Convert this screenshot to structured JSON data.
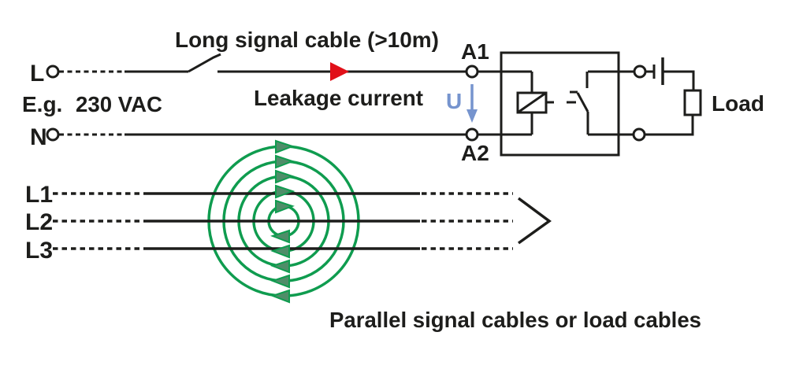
{
  "diagram": {
    "description": "Relay wiring diagram showing leakage current induced on a long signal cable by parallel cables",
    "supply": {
      "line_label": "L",
      "neutral_label": "N",
      "voltage_prefix": "E.g.",
      "voltage_value": "230 VAC"
    },
    "cable": {
      "label": "Long signal cable (>10m)",
      "leakage_label": "Leakage current"
    },
    "relay": {
      "terminal_top": "A1",
      "terminal_bottom": "A2",
      "voltage_symbol": "U"
    },
    "load": {
      "label": "Load"
    },
    "phases": {
      "l1": "L1",
      "l2": "L2",
      "l3": "L3"
    },
    "caption": "Parallel signal cables or load cables",
    "field_rings": {
      "count": 5,
      "direction": "clockwise"
    },
    "colors": {
      "wire_black": "#1d1d1b",
      "leakage_red": "#e11019",
      "voltage_blue": "#7694ce",
      "field_green": "#0f9c4f",
      "field_arrow_green": "#4f8d69",
      "background": "#ffffff"
    }
  }
}
